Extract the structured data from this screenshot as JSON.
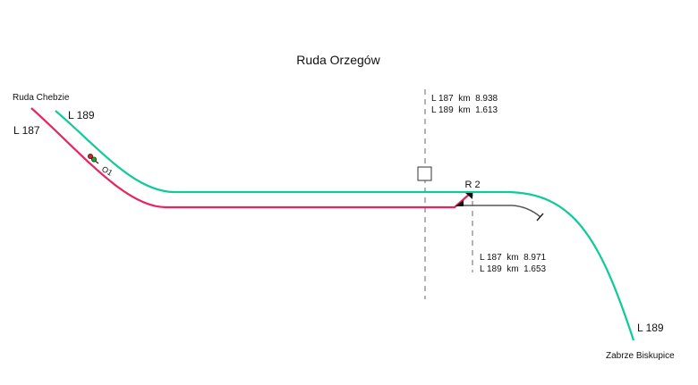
{
  "title": "Ruda Orzegów",
  "colors": {
    "line_187": "#e8245e",
    "line_189": "#12c99a",
    "siding": "#555555",
    "marker_dash": "#9a9a9a",
    "text": "#111111"
  },
  "stations": {
    "west": "Ruda Chebzie",
    "east": "Zabrze Biskupice"
  },
  "lines": {
    "l187_west": "L 187",
    "l189_west": "L 189",
    "l189_east": "L 189"
  },
  "signal": {
    "label": "O1"
  },
  "switch": {
    "label": "R 2"
  },
  "km_markers": [
    {
      "line1": "L 187  km  8.938",
      "line2": "L 189  km  1.613"
    },
    {
      "line1": "L 187  km  8.971",
      "line2": "L 189  km  1.653"
    }
  ]
}
